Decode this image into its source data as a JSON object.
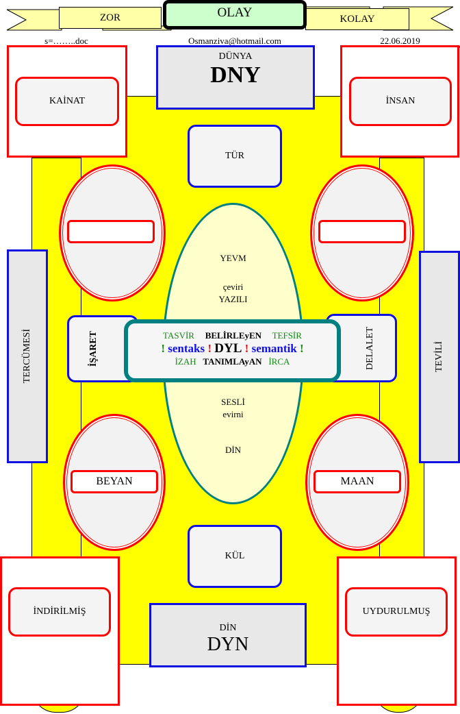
{
  "banner": {
    "left": "ZOR",
    "center": "OLAY",
    "right": "KOLAY"
  },
  "meta": {
    "file": "s=……..doc",
    "email": "Osmanziva@hotmail.com",
    "date": "22.06.2019"
  },
  "top": {
    "small": "DÜNYA",
    "big": "DNY"
  },
  "bottom": {
    "small": "DİN",
    "big": "DYN"
  },
  "corners": {
    "top_left": "KAİNAT",
    "top_right": "İNSAN",
    "bottom_left": "İNDİRİLMİŞ",
    "bottom_right": "UYDURULMUŞ"
  },
  "tur": "TÜR",
  "kul": "KÜL",
  "sides": {
    "left": "TERCÜMESİ",
    "right": "TEVİLİ"
  },
  "inner_sides": {
    "left": "İŞARET",
    "right": "DELALET"
  },
  "ovals": {
    "bottom_left": "BEYAN",
    "bottom_right": "MAAN",
    "top_left": "",
    "top_right": ""
  },
  "center_oval": {
    "l1": "YEVM",
    "l2": "çeviri",
    "l3": "YAZILI",
    "l4": "SESLİ",
    "l5": "evirni",
    "l6": "DİN"
  },
  "core": {
    "r1": [
      "TASVİR",
      "BELİRLEyEN",
      "TEFSİR"
    ],
    "r2": [
      "!",
      "sentaks",
      "!",
      "DYL",
      "!",
      "semantik",
      "!"
    ],
    "r3": [
      "İZAH",
      "TANIMLAyAN",
      "İRCA"
    ]
  }
}
